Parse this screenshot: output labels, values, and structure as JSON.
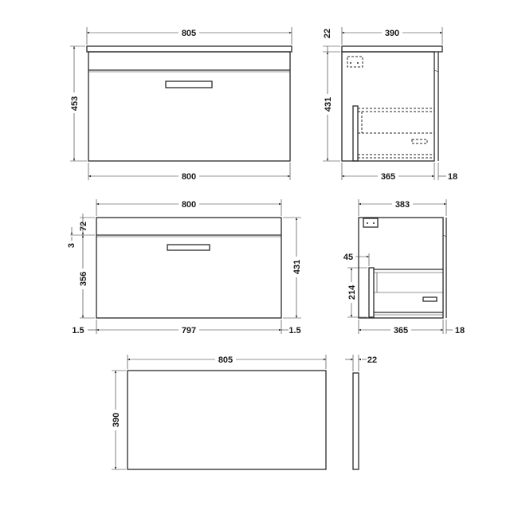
{
  "units": "mm",
  "views": {
    "front_with_top": {
      "width_top": "805",
      "height_total": "453",
      "width_base": "800"
    },
    "side_with_top": {
      "top_thickness": "22",
      "depth_top": "390",
      "height_body": "431",
      "depth_body": "365",
      "door_thickness": "18"
    },
    "front_carcass": {
      "width": "800",
      "rail_height": "72",
      "gap": "3",
      "door_height": "356",
      "height": "431",
      "side_gap_left": "1.5",
      "door_width": "797",
      "side_gap_right": "1.5"
    },
    "side_carcass": {
      "depth": "383",
      "drawer_offset": "45",
      "drawer_height": "214",
      "depth_body": "365",
      "door_thickness": "18"
    },
    "worktop": {
      "width": "805",
      "depth": "390",
      "thickness": "22"
    }
  }
}
